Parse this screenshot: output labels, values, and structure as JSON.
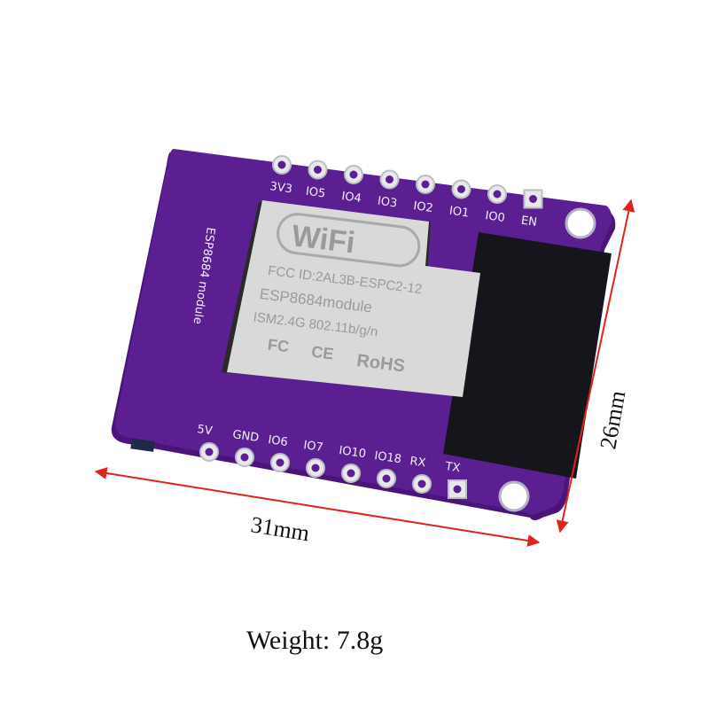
{
  "board": {
    "silkscreen_name": "ESP8684 module",
    "top_pins": [
      "3V3",
      "IO5",
      "IO4",
      "IO3",
      "IO2",
      "IO1",
      "IO0",
      "EN"
    ],
    "bottom_pins": [
      "5V",
      "GND",
      "IO6",
      "IO7",
      "IO10",
      "IO18",
      "RX",
      "TX"
    ],
    "board_color": "#5b1f91"
  },
  "module": {
    "logo": "WiFi",
    "line1": "FCC ID:2AL3B-ESPC2-12",
    "line2": "ESP8684module",
    "line3": "ISM2.4G  802.11b/g/n",
    "cert_marks": [
      "FC",
      "CE",
      "RoHS"
    ]
  },
  "dimensions": {
    "width_label": "31mm",
    "height_label": "26mm",
    "arrow_color": "#e0221c"
  },
  "weight_label": "Weight: 7.8g"
}
